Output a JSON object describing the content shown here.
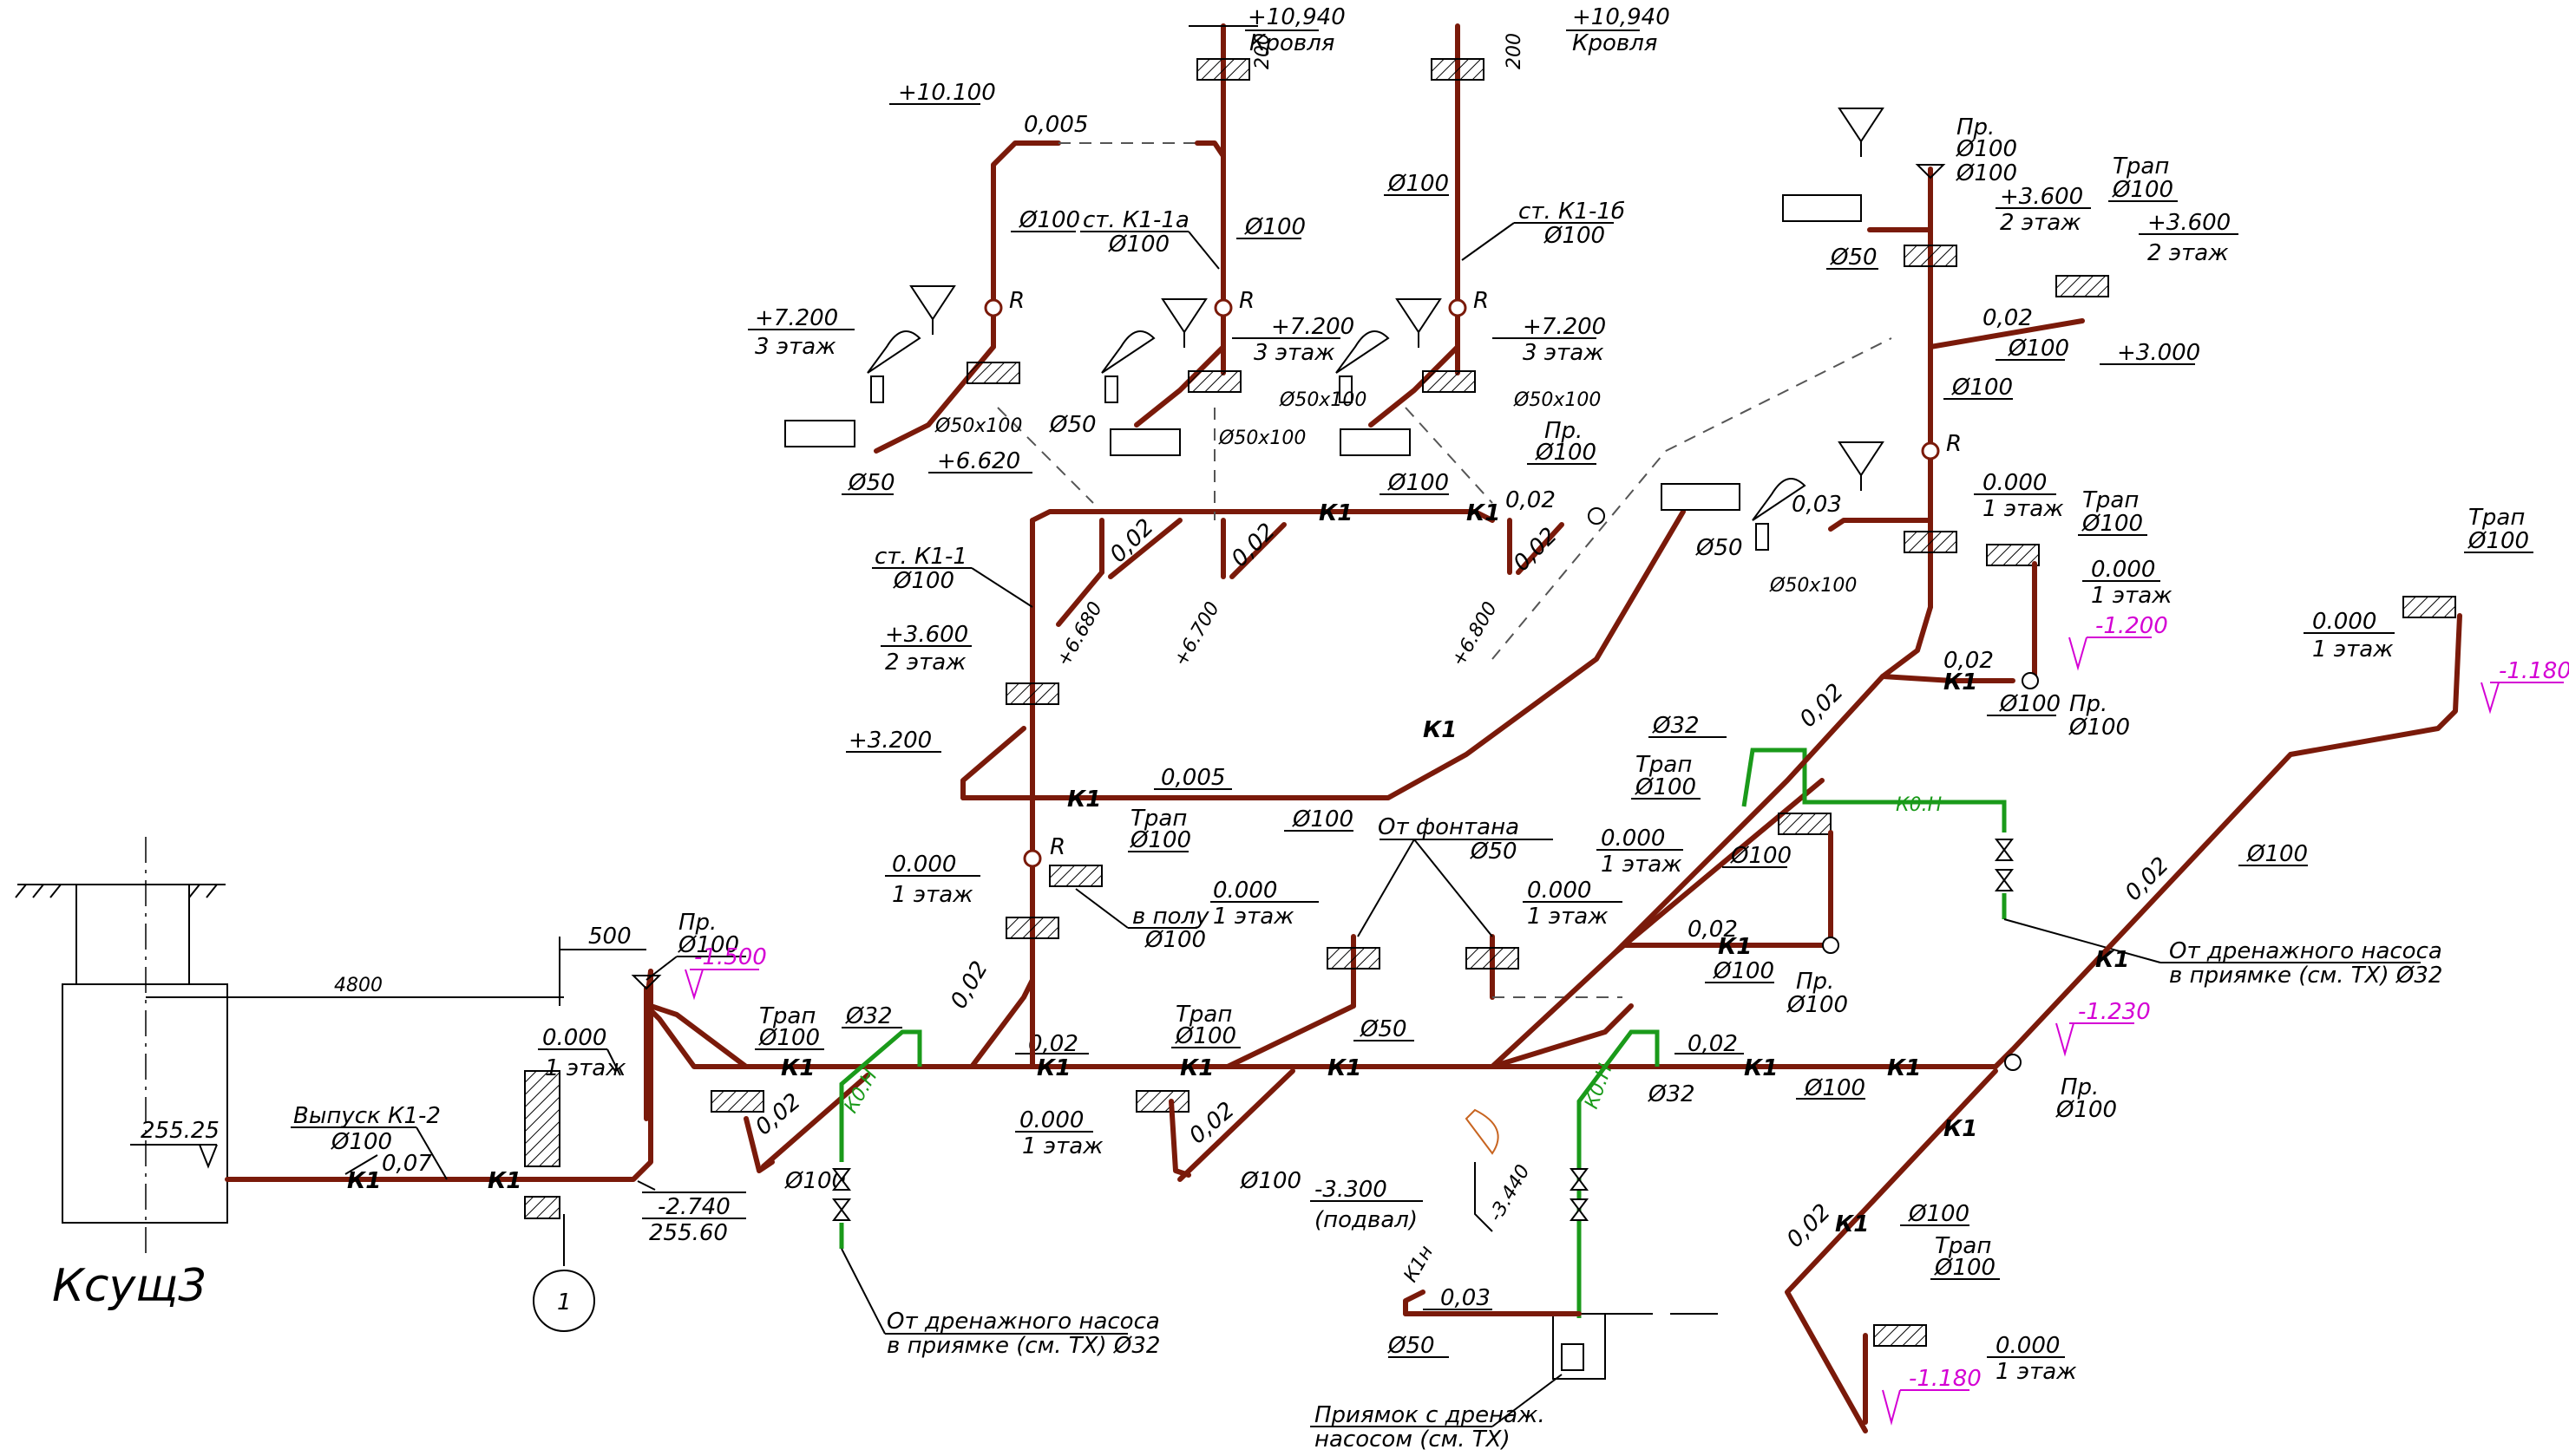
{
  "colors": {
    "sewer_pipe": "#7a1a0a",
    "drain_pipe": "#1a9a1a",
    "elevation_marker": "#d400d4"
  },
  "well": {
    "label": "Ксущ3",
    "elev": "255.25",
    "distance": "4800"
  },
  "outlet": {
    "label": "Выпуск К1-2",
    "diam": "Ø100",
    "slope": "0,07",
    "elev_bottom": "-2.740",
    "abs_elev": "255.60",
    "dim_500": "500",
    "axis": "1"
  },
  "roof": [
    {
      "elev": "+10,940",
      "label": "Кровля",
      "dim": "200"
    },
    {
      "elev": "+10,940",
      "label": "Кровля",
      "dim": "200"
    }
  ],
  "risers": {
    "k11a": {
      "name": "ст. К1-1а",
      "diam": "Ø100"
    },
    "k11b": {
      "name": "ст. К1-1б",
      "diam": "Ø100"
    },
    "k11": {
      "name": "ст. К1-1",
      "diam": "Ø100"
    }
  },
  "levels": {
    "l10100": "+10.100",
    "l7200": "+7.200",
    "floor3": "3 этаж",
    "l6620": "+6.620",
    "l3600": "+3.600",
    "floor2": "2 этаж",
    "l3200": "+3.200",
    "l0000": "0.000",
    "floor1": "1 этаж",
    "l3000": "+3.000",
    "basement_elev": "-3.300",
    "basement": "(подвал)"
  },
  "labels": {
    "d100": "Ø100",
    "d50": "Ø50",
    "d32": "Ø32",
    "d50x100": "Ø50x100",
    "r": "R",
    "k1": "К1",
    "k0n": "К0.Н",
    "k1n": "К1н",
    "trap": "Трап",
    "cleanout": "Пр.",
    "in_floor": "в полу",
    "slope_002": "0,02",
    "slope_0005": "0,005",
    "slope_003": "0,03",
    "e6680": "+6.680",
    "e6700": "+6.700",
    "e6800": "+6.800",
    "e3440": "-3.440"
  },
  "marks": {
    "m1500": "-1.500",
    "m1200": "-1.200",
    "m1180a": "-1.180",
    "m1230": "-1.230",
    "m1180b": "-1.180"
  },
  "notes": {
    "fountain_1": "От фонтана",
    "fountain_2": "Ø50",
    "drain_a1": "От дренажного насоса",
    "drain_a2": "в приямке (см. ТХ) Ø32",
    "drain_b1": "От дренажного насоса",
    "drain_b2": "в приямке (см. ТХ) Ø32",
    "pit_1": "Приямок с дренаж.",
    "pit_2": "насосом (см. ТХ)"
  },
  "icons": [
    "washbasin-icon",
    "toilet-icon",
    "floor-drain-icon",
    "cleanout-icon",
    "valve-icon",
    "check-valve-icon"
  ]
}
